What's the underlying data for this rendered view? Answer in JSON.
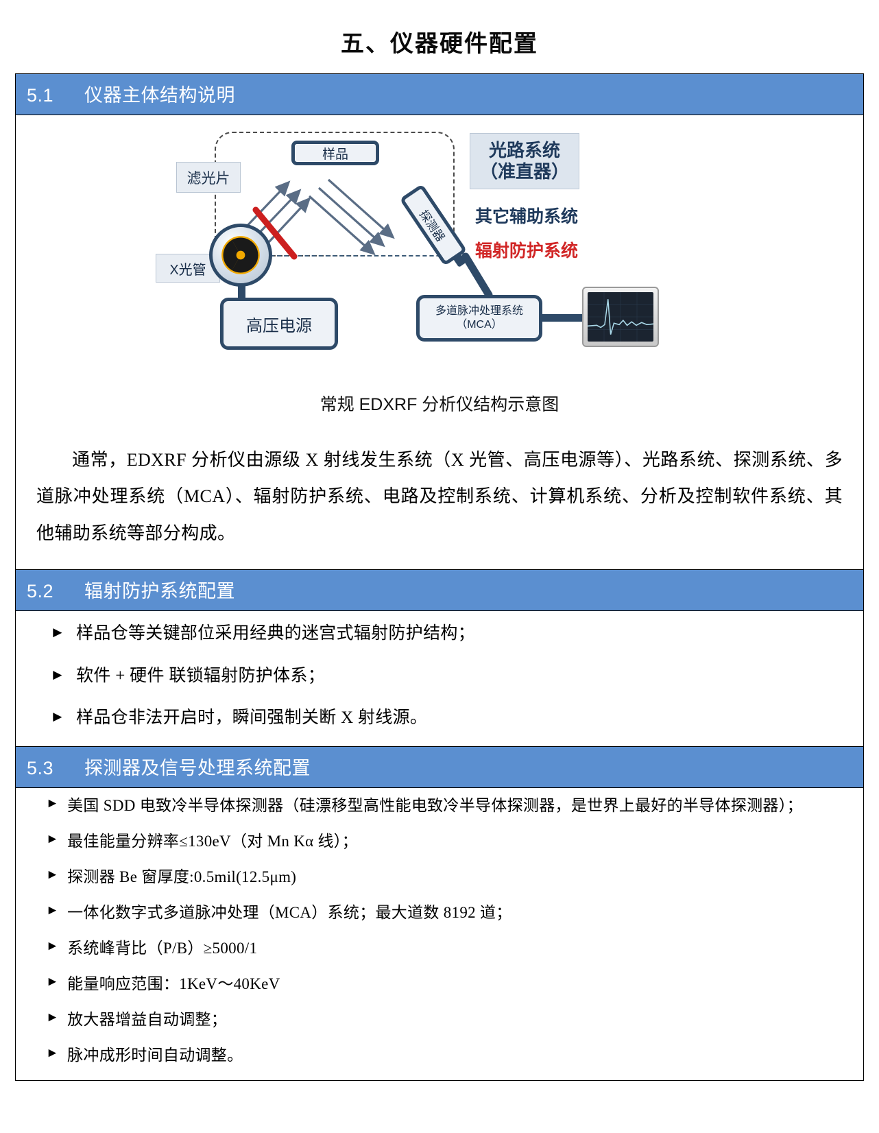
{
  "page_title": "五、仪器硬件配置",
  "sections": [
    {
      "number": "5.1",
      "title": "仪器主体结构说明",
      "figure": {
        "caption": "常规 EDXRF 分析仪结构示意图",
        "labels": {
          "sample": "样品",
          "filter": "滤光片",
          "xray_tube": "X光管",
          "detector": "探测器",
          "high_voltage": "高压电源",
          "mca_line1": "多道脉冲处理系统",
          "mca_line2": "（MCA）",
          "optics_line1": "光路系统",
          "optics_line2": "（准直器）",
          "aux_system": "其它辅助系统",
          "radiation_shield": "辐射防护系统"
        },
        "colors": {
          "radiation_text": "#d12626",
          "box_stroke": "#2e4a68",
          "trefoil_yellow": "#f2a900",
          "trefoil_black": "#1a1a1a"
        }
      },
      "paragraph": "通常，EDXRF 分析仪由源级 X 射线发生系统（X 光管、高压电源等）、光路系统、探测系统、多道脉冲处理系统（MCA）、辐射防护系统、电路及控制系统、计算机系统、分析及控制软件系统、其他辅助系统等部分构成。"
    },
    {
      "number": "5.2",
      "title": "辐射防护系统配置",
      "bullets": [
        "样品仓等关键部位采用经典的迷宫式辐射防护结构；",
        "软件 + 硬件 联锁辐射防护体系；",
        "样品仓非法开启时，瞬间强制关断 X 射线源。"
      ]
    },
    {
      "number": "5.3",
      "title": "探测器及信号处理系统配置",
      "bullets": [
        "美国 SDD 电致冷半导体探测器（硅漂移型高性能电致冷半导体探测器，是世界上最好的半导体探测器）；",
        "最佳能量分辨率≤130eV（对 Mn Kα 线）；",
        "探测器 Be 窗厚度:0.5mil(12.5μm)",
        "一体化数字式多道脉冲处理（MCA）系统；最大道数 8192 道；",
        "系统峰背比（P/B）≥5000/1",
        "能量响应范围：1KeV～40KeV",
        "放大器增益自动调整；",
        "脉冲成形时间自动调整。"
      ]
    }
  ],
  "bullet_marker": "►",
  "theme": {
    "banner_bg": "#5b8fd0",
    "banner_text": "#ffffff",
    "border": "#000000"
  }
}
